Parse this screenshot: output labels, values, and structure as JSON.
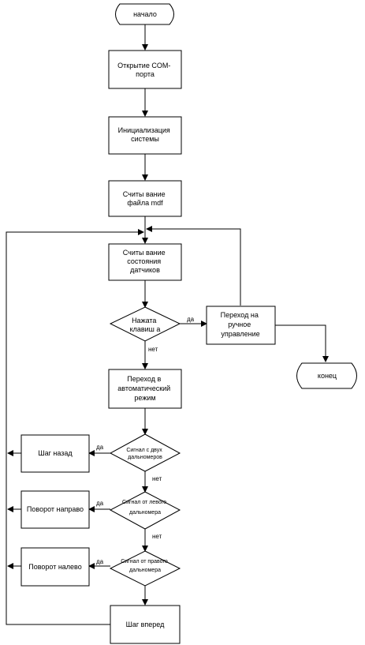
{
  "nodes": {
    "start": "начало",
    "open_port": [
      "Открытие COM-",
      "порта"
    ],
    "init": [
      "Инициализация",
      "системы"
    ],
    "read_mdf": [
      "Считы вание",
      "файла mdf"
    ],
    "read_sensors": [
      "Считы вание",
      "состояния",
      "датчиков"
    ],
    "key_pressed": [
      "Нажата",
      "клавиш а"
    ],
    "manual": [
      "Переход на",
      "ручное",
      "управление"
    ],
    "end": "конец",
    "auto": [
      "Переход в",
      "автоматический",
      "режим"
    ],
    "two_sensors": [
      "Сигнал с двух",
      "дальномеров"
    ],
    "step_back": "Шаг назад",
    "left_sensor": [
      "Сигнал от левого",
      "дальномера"
    ],
    "turn_right": "Поворот направо",
    "right_sensor": [
      "Сигнал от правого",
      "дальномера"
    ],
    "turn_left": "Поворот налево",
    "step_forward": "Шаг вперед"
  },
  "labels": {
    "yes": "да",
    "no": "нет"
  }
}
